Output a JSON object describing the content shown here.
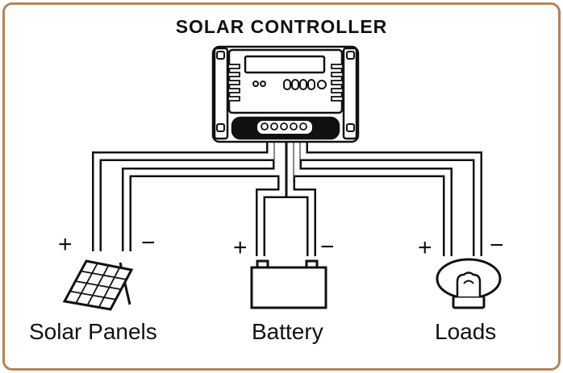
{
  "title": "SOLAR CONTROLLER",
  "components": {
    "solar_panels": {
      "label": "Solar Panels",
      "plus": "+",
      "minus": "−"
    },
    "battery": {
      "label": "Battery",
      "plus": "+",
      "minus": "−"
    },
    "loads": {
      "label": "Loads",
      "plus": "+",
      "minus": "−"
    }
  },
  "colors": {
    "frame": "#b5835a",
    "line": "#111111",
    "fill": "#ffffff"
  }
}
